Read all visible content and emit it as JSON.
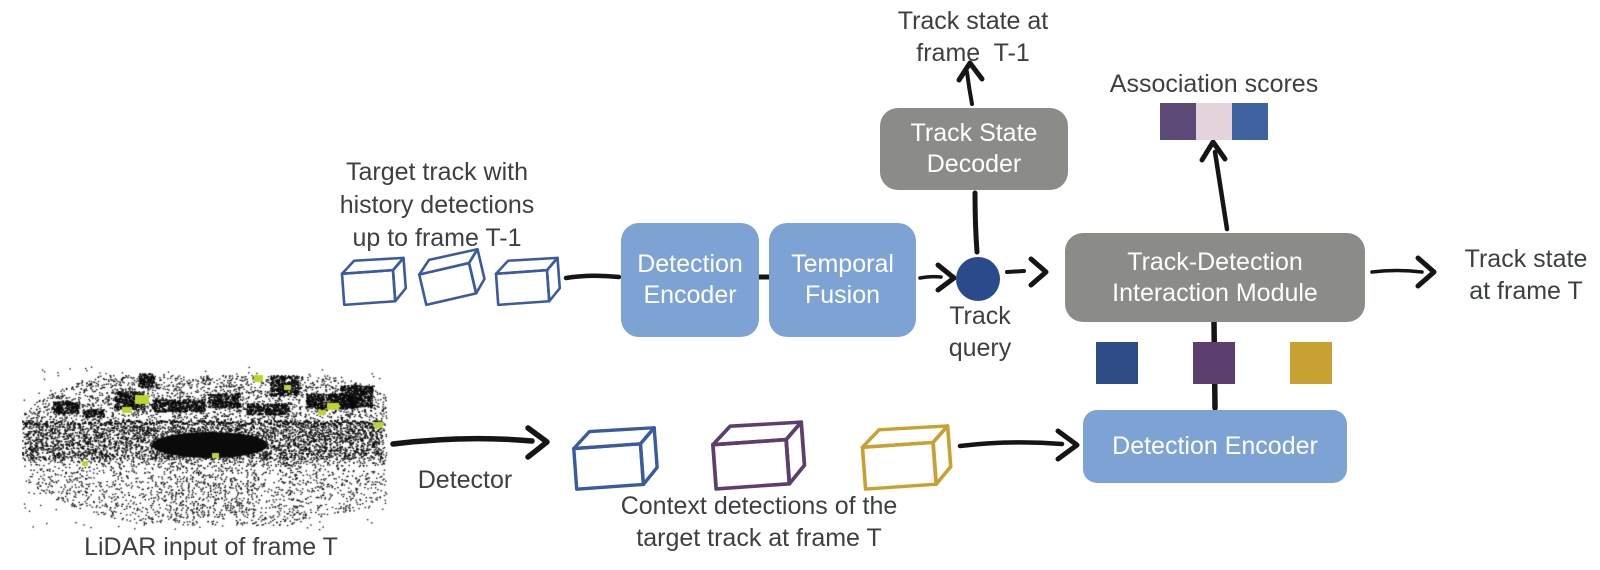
{
  "palette": {
    "box_blue": "#7da3d4",
    "box_gray": "#8b8b88",
    "text_gray": "#3c4043",
    "arrow_black": "#151515",
    "track_query_blue": "#2a4a8b",
    "wire_blue": "#3b5ba0",
    "wire_purple": "#5d3f6f",
    "wire_yellow": "#c7a233"
  },
  "nodes": {
    "track_state_decoder": {
      "label": "Track State\nDecoder"
    },
    "detection_encoder_top": {
      "label": "Detection\nEncoder"
    },
    "temporal_fusion": {
      "label": "Temporal\nFusion"
    },
    "interaction_module": {
      "label": "Track-Detection\nInteraction Module"
    },
    "detection_encoder_bottom": {
      "label": "Detection Encoder"
    }
  },
  "annotations": {
    "track_state_prev": "Track state at\nframe  T-1",
    "association_scores": "Association scores",
    "target_track": "Target track with\nhistory detections\nup to frame T-1",
    "track_query": "Track\nquery",
    "track_state_out": "Track state\nat frame T",
    "detector": "Detector",
    "context_detections": "Context detections of the\ntarget track at frame T",
    "lidar_input": "LiDAR input of frame T"
  },
  "association_score_cells": [
    "#5d4a78",
    "#e6d4dc",
    "#3f62a0"
  ],
  "detection_feature_cells": [
    "#2e4d87",
    "#5d3f6f",
    "#c7a233"
  ]
}
